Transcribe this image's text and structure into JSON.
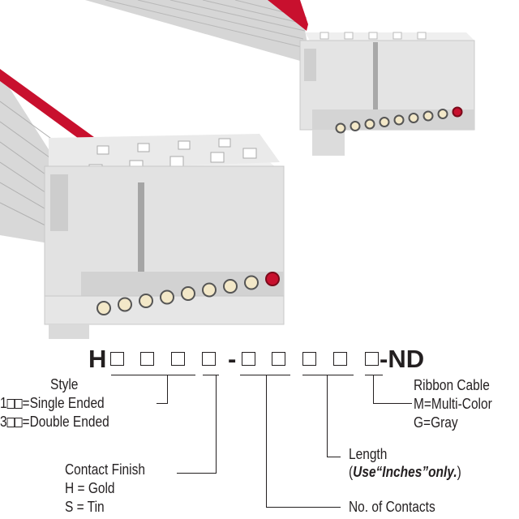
{
  "part_number": {
    "prefix": "H",
    "separator": "-",
    "suffix": "-ND"
  },
  "style": {
    "title": "Style",
    "option1_prefix": "1",
    "option1_label": "=Single Ended",
    "option2_prefix": "3",
    "option2_label": "=Double Ended"
  },
  "contact_finish": {
    "title": "Contact Finish",
    "gold": "H = Gold",
    "tin": "S = Tin"
  },
  "contacts": {
    "title": "No. of Contacts"
  },
  "length": {
    "title": "Length",
    "note_open": "(",
    "note_bold": "Use“Inches”only.",
    "note_close": ")"
  },
  "ribbon": {
    "title": "Ribbon Cable",
    "multi": "M=Multi-Color",
    "gray": "G=Gray"
  },
  "colors": {
    "housing": "#e4e4e4",
    "red_wire": "#c8102e",
    "text": "#231f20"
  }
}
